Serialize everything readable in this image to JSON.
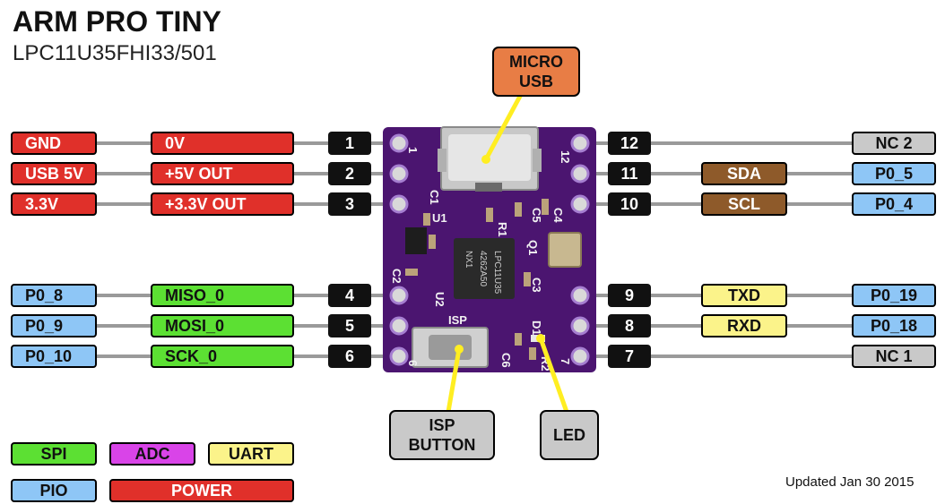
{
  "header": {
    "title": "ARM PRO TINY",
    "subtitle": "LPC11U35FHI33/501"
  },
  "footer": {
    "updated": "Updated Jan 30 2015"
  },
  "colors": {
    "power": "#e0302a",
    "pio": "#8ec6f6",
    "spi": "#5ce033",
    "uart": "#fbf38a",
    "i2c": "#8e5a2a",
    "nc": "#c9c9c9",
    "adc": "#d944e8",
    "board": "#4b1570",
    "pin": "#111111",
    "callout_usb": "#e87d45",
    "callout_gray": "#c9c9c9",
    "leader": "#ffee22"
  },
  "pins_left": [
    {
      "number": "1",
      "label_outer": "GND",
      "label_inner": "0V",
      "outer_color": "power",
      "inner_color": "power"
    },
    {
      "number": "2",
      "label_outer": "USB 5V",
      "label_inner": "+5V OUT",
      "outer_color": "power",
      "inner_color": "power"
    },
    {
      "number": "3",
      "label_outer": "3.3V",
      "label_inner": "+3.3V OUT",
      "outer_color": "power",
      "inner_color": "power"
    },
    {
      "number": "4",
      "label_outer": "P0_8",
      "label_inner": "MISO_0",
      "outer_color": "pio",
      "inner_color": "spi"
    },
    {
      "number": "5",
      "label_outer": "P0_9",
      "label_inner": "MOSI_0",
      "outer_color": "pio",
      "inner_color": "spi"
    },
    {
      "number": "6",
      "label_outer": "P0_10",
      "label_inner": "SCK_0",
      "outer_color": "pio",
      "inner_color": "spi"
    }
  ],
  "pins_right": [
    {
      "number": "12",
      "label_mid": "",
      "label_outer": "NC 2",
      "mid_color": "",
      "outer_color": "nc"
    },
    {
      "number": "11",
      "label_mid": "SDA",
      "label_outer": "P0_5",
      "mid_color": "i2c",
      "outer_color": "pio"
    },
    {
      "number": "10",
      "label_mid": "SCL",
      "label_outer": "P0_4",
      "mid_color": "i2c",
      "outer_color": "pio"
    },
    {
      "number": "9",
      "label_mid": "TXD",
      "label_outer": "P0_19",
      "mid_color": "uart",
      "outer_color": "pio"
    },
    {
      "number": "8",
      "label_mid": "RXD",
      "label_outer": "P0_18",
      "mid_color": "uart",
      "outer_color": "pio"
    },
    {
      "number": "7",
      "label_mid": "",
      "label_outer": "NC 1",
      "mid_color": "",
      "outer_color": "nc"
    }
  ],
  "callouts": {
    "usb": "MICRO\nUSB",
    "isp": "ISP\nBUTTON",
    "led": "LED"
  },
  "legend": [
    {
      "label": "SPI",
      "color": "spi"
    },
    {
      "label": "ADC",
      "color": "adc"
    },
    {
      "label": "UART",
      "color": "uart"
    },
    {
      "label": "PIO",
      "color": "pio"
    },
    {
      "label": "POWER",
      "color": "power"
    }
  ],
  "board": {
    "silk": [
      "1",
      "12",
      "6",
      "7",
      "C1",
      "U1",
      "R1",
      "C5",
      "C4",
      "Q1",
      "C2",
      "C3",
      "U2",
      "ISP",
      "D1",
      "C6",
      "R2"
    ],
    "chip_text": [
      "LPC11U35",
      "4262A50",
      "NX1"
    ]
  }
}
